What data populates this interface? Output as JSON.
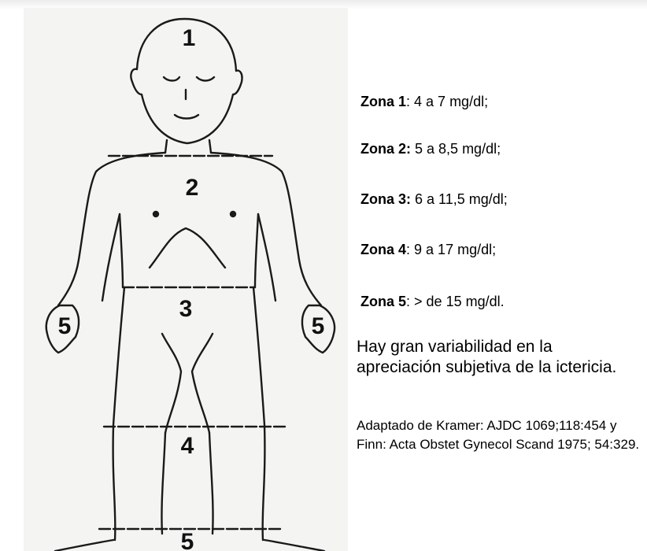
{
  "figure": {
    "labels": [
      "1",
      "2",
      "3",
      "4",
      "5",
      "5",
      "5"
    ]
  },
  "zones": [
    {
      "label": "Zona 1",
      "sep": ":",
      "value": " 4 a 7 mg/dl;"
    },
    {
      "label": "Zona 2",
      "sep": ":",
      "value": " 5 a 8,5 mg/dl;"
    },
    {
      "label": "Zona 3",
      "sep": ":",
      "value": " 6 a 11,5 mg/dl;"
    },
    {
      "label": "Zona 4",
      "sep": ":",
      "value": " 9 a 17 mg/dl;"
    },
    {
      "label": "Zona 5",
      "sep": ":",
      "value": " > de 15 mg/dl."
    }
  ],
  "note": "Hay gran variabilidad en la apreciación subjetiva de la ictericia.",
  "citation": "Adaptado de Kramer: AJDC 1069;118:454 y Finn: Acta Obstet Gynecol Scand 1975; 54:329."
}
